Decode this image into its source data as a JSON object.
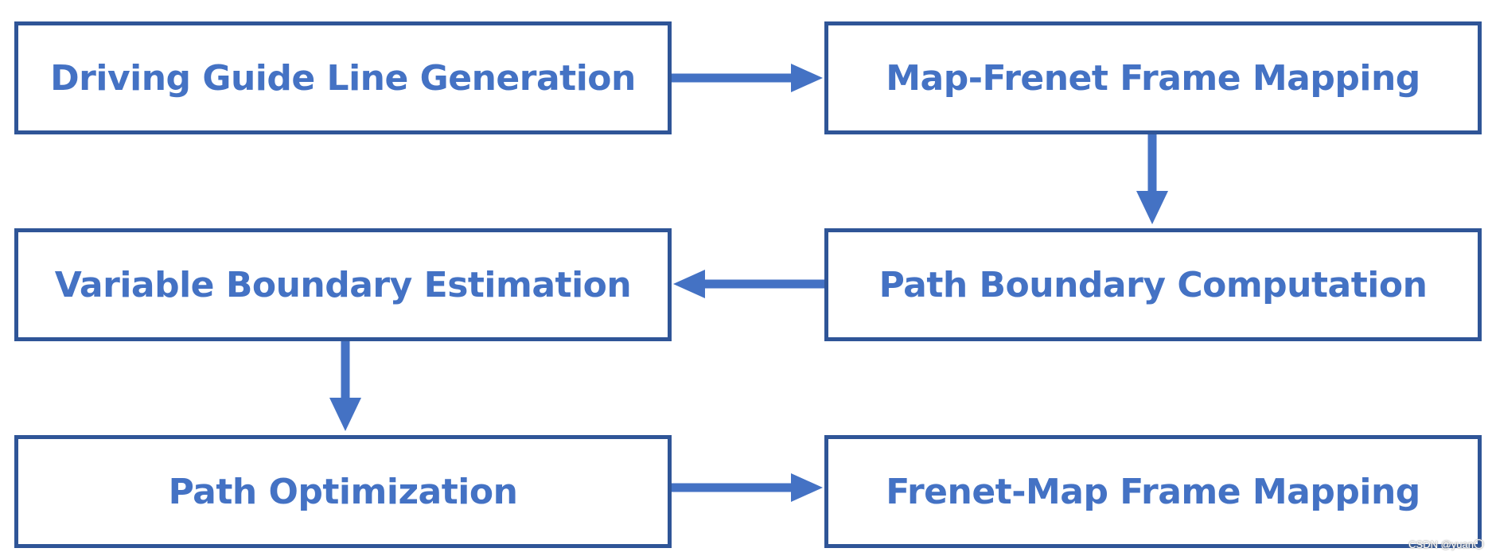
{
  "diagram": {
    "nodes": [
      {
        "id": "driving-guide-line-generation",
        "label": "Driving Guide Line Generation"
      },
      {
        "id": "map-frenet-frame-mapping",
        "label": "Map-Frenet Frame Mapping"
      },
      {
        "id": "variable-boundary-estimation",
        "label": "Variable Boundary Estimation"
      },
      {
        "id": "path-boundary-computation",
        "label": "Path Boundary Computation"
      },
      {
        "id": "path-optimization",
        "label": "Path Optimization"
      },
      {
        "id": "frenet-map-frame-mapping",
        "label": "Frenet-Map Frame Mapping"
      }
    ],
    "edges": [
      {
        "from": "driving-guide-line-generation",
        "to": "map-frenet-frame-mapping"
      },
      {
        "from": "map-frenet-frame-mapping",
        "to": "path-boundary-computation"
      },
      {
        "from": "path-boundary-computation",
        "to": "variable-boundary-estimation"
      },
      {
        "from": "variable-boundary-estimation",
        "to": "path-optimization"
      },
      {
        "from": "path-optimization",
        "to": "frenet-map-frame-mapping"
      }
    ],
    "colors": {
      "box_border": "#2f5597",
      "label_text": "#4472c4",
      "arrow": "#4472c4"
    }
  },
  "watermark": "CSDN @yuan〇"
}
